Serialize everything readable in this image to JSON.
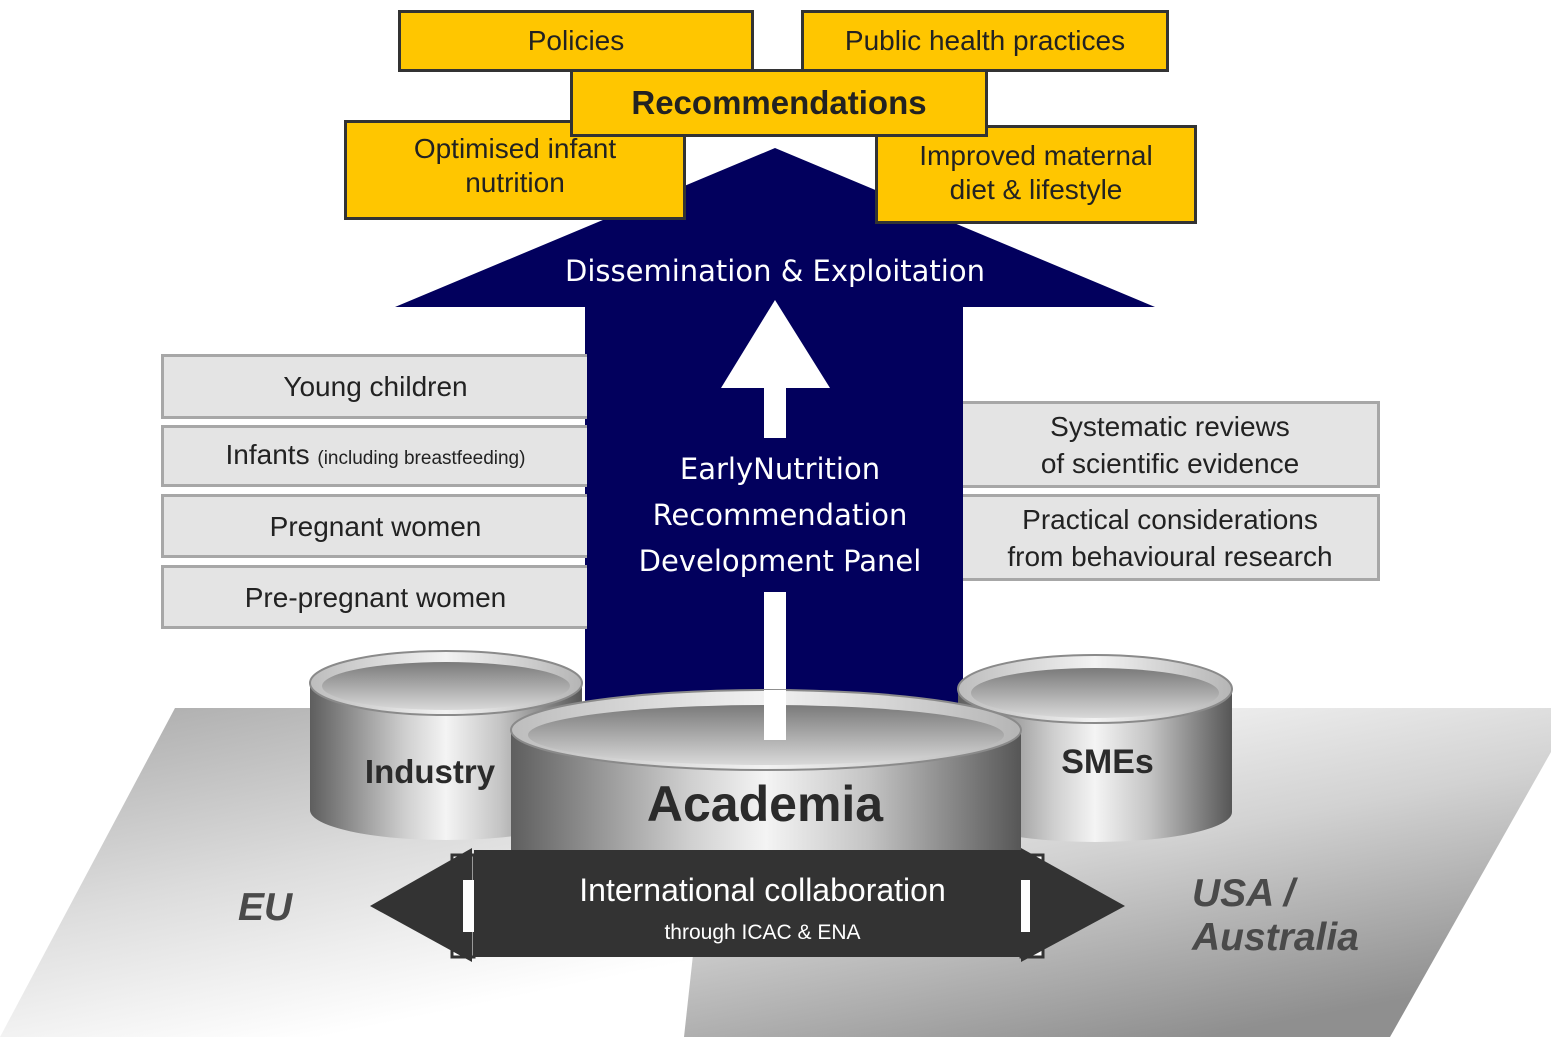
{
  "top_boxes": {
    "policies": "Policies",
    "public_health": "Public health practices",
    "recommendations": "Recommendations",
    "infant_nutrition": "Optimised infant nutrition",
    "maternal_diet": "Improved maternal diet & lifestyle"
  },
  "arrow": {
    "dissemination": "Dissemination & Exploitation",
    "panel_line1": "EarlyNutrition",
    "panel_line2": "Recommendation",
    "panel_line3": "Development Panel"
  },
  "target_groups": {
    "young_children": "Young children",
    "infants": "Infants",
    "infants_note": "(including breastfeeding)",
    "pregnant": "Pregnant women",
    "pre_pregnant": "Pre-pregnant women"
  },
  "evidence": {
    "systematic_line1": "Systematic reviews",
    "systematic_line2": "of scientific evidence",
    "practical_line1": "Practical considerations",
    "practical_line2": "from behavioural research"
  },
  "stakeholders": {
    "industry": "Industry",
    "academia": "Academia",
    "smes": "SMEs"
  },
  "collaboration": {
    "title": "International collaboration",
    "subtitle": "through ICAC & ENA"
  },
  "regions": {
    "eu": "EU",
    "usa_line1": "USA /",
    "usa_line2": "Australia"
  },
  "colors": {
    "navy": "#02005d",
    "gold": "#ffc600",
    "box_grey": "#e4e4e4",
    "dark_arrow": "#333333"
  }
}
